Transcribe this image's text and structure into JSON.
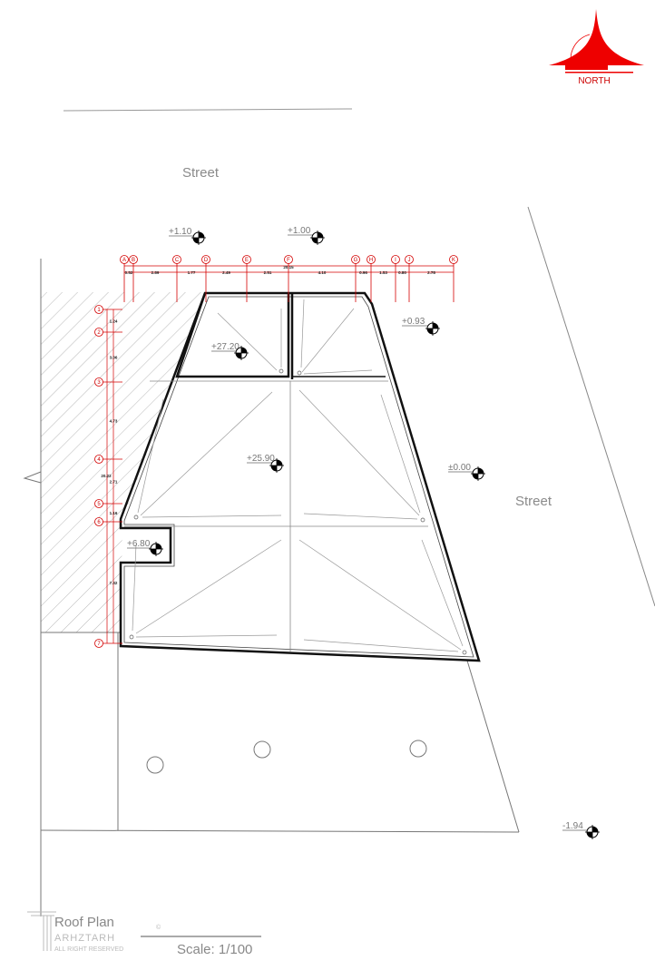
{
  "drawing": {
    "title": "Roof Plan",
    "scale": "Scale: 1/100",
    "north_label": "NORTH",
    "watermark": {
      "brand": "ARHZTARH",
      "rights": "ALL RIGHT RESERVED",
      "symbol": "©"
    },
    "streets": [
      "Street",
      "Street"
    ],
    "levels": [
      "+1.10",
      "+1.00",
      "+0.93",
      "+27.20",
      "+25.90",
      "±0.00",
      "+6.80",
      "-1.94"
    ],
    "grid_columns": [
      "A",
      "B",
      "C",
      "D",
      "E",
      "F",
      "G",
      "H",
      "I",
      "J",
      "K"
    ],
    "grid_rows": [
      "1",
      "2",
      "3",
      "4",
      "5",
      "6",
      "7"
    ],
    "horizontal_dims": [
      "0.52",
      "2.89",
      "1.77",
      "2.49",
      "2.51",
      "4.10",
      "0.96",
      "1.53",
      "0.80",
      "2.78"
    ],
    "horizontal_total": "20.15",
    "vertical_dims": [
      "1.24",
      "3.06",
      "4.73",
      "2.71",
      "1.16",
      "7.32"
    ],
    "vertical_total": "20.22",
    "colors": {
      "grid": "#d40000",
      "line": "#333333",
      "north": "#e00000"
    }
  }
}
